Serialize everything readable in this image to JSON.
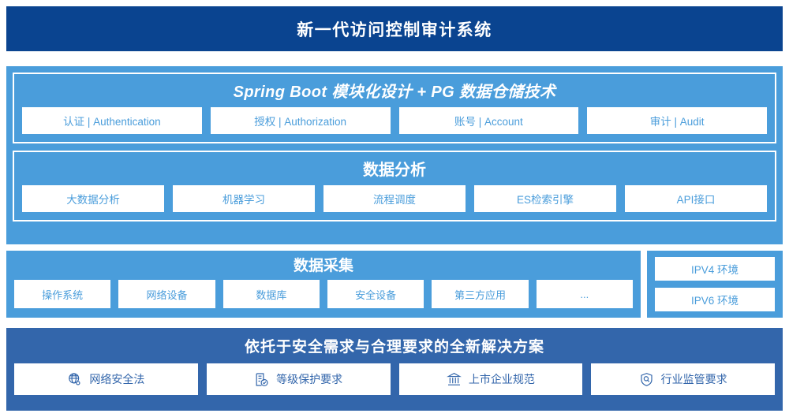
{
  "header": {
    "title": "新一代访问控制审计系统",
    "background_color": "#0a4490",
    "text_color": "#ffffff"
  },
  "theme": {
    "primary_light_blue": "#4a9ddb",
    "header_navy": "#0a4490",
    "solution_blue": "#3366ab",
    "card_background": "#ffffff"
  },
  "platform": {
    "background_color": "#4a9ddb",
    "spring_boot": {
      "title": "Spring Boot 模块化设计 + PG 数据仓储技术",
      "items": [
        {
          "label": "认证 | Authentication"
        },
        {
          "label": "授权 | Authorization"
        },
        {
          "label": "账号 | Account"
        },
        {
          "label": "审计 | Audit"
        }
      ]
    },
    "data_analysis": {
      "title": "数据分析",
      "items": [
        {
          "label": "大数据分析"
        },
        {
          "label": "机器学习"
        },
        {
          "label": "流程调度"
        },
        {
          "label": "ES检索引擎"
        },
        {
          "label": "API接口"
        }
      ]
    }
  },
  "data_collection": {
    "title": "数据采集",
    "background_color": "#4a9ddb",
    "items": [
      {
        "label": "操作系统"
      },
      {
        "label": "网络设备"
      },
      {
        "label": "数据库"
      },
      {
        "label": "安全设备"
      },
      {
        "label": "第三方应用"
      },
      {
        "label": "..."
      }
    ]
  },
  "environment": {
    "background_color": "#4a9ddb",
    "items": [
      {
        "label": "IPV4 环境"
      },
      {
        "label": "IPV6 环境"
      }
    ]
  },
  "solution": {
    "title": "依托于安全需求与合理要求的全新解决方案",
    "background_color": "#3366ab",
    "items": [
      {
        "label": "网络安全法",
        "icon": "globe-icon"
      },
      {
        "label": "等级保护要求",
        "icon": "document-check-icon"
      },
      {
        "label": "上市企业规范",
        "icon": "bank-building-icon"
      },
      {
        "label": "行业监管要求",
        "icon": "shield-search-icon"
      }
    ]
  }
}
